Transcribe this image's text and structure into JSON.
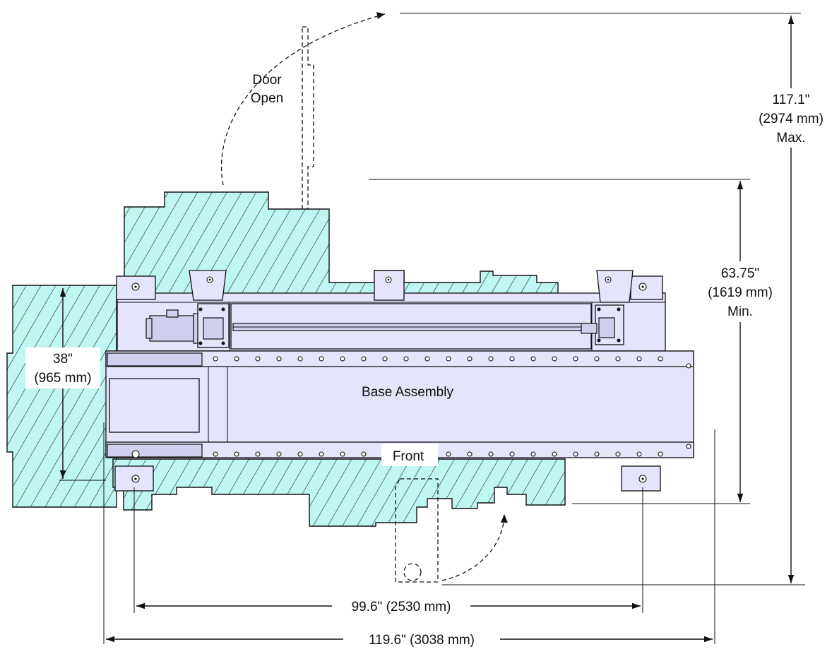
{
  "colors": {
    "clearance_fill": "#bff6f2",
    "machine_fill": "#e4e4fa",
    "line": "#111111"
  },
  "labels": {
    "door_open": [
      "Door",
      "Open"
    ],
    "base_assembly": "Base Assembly",
    "front": "Front"
  },
  "dimensions": {
    "height_max": {
      "value": "117.1\"",
      "metric": "(2974 mm)",
      "note": "Max."
    },
    "height_min": {
      "value": "63.75\"",
      "metric": "(1619 mm)",
      "note": "Min."
    },
    "depth_left": {
      "value": "38\"",
      "metric": "(965 mm)"
    },
    "width_feet": "99.6\" (2530 mm)",
    "width_overall": "119.6\" (3038 mm)"
  }
}
